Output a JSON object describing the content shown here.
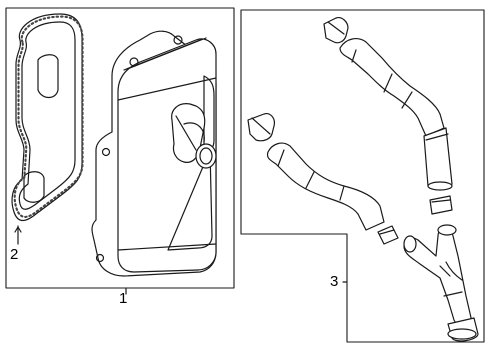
{
  "callouts": {
    "part_1": "1",
    "part_2": "2",
    "part_3": "3"
  },
  "colors": {
    "line": "#1a1a1a",
    "fill": "#ffffff",
    "shade": "#d9d9d9"
  },
  "icons": {
    "oil_cooler": "oil-cooler-icon",
    "gasket": "gasket-icon",
    "hoses": "coolant-hose-icon"
  }
}
